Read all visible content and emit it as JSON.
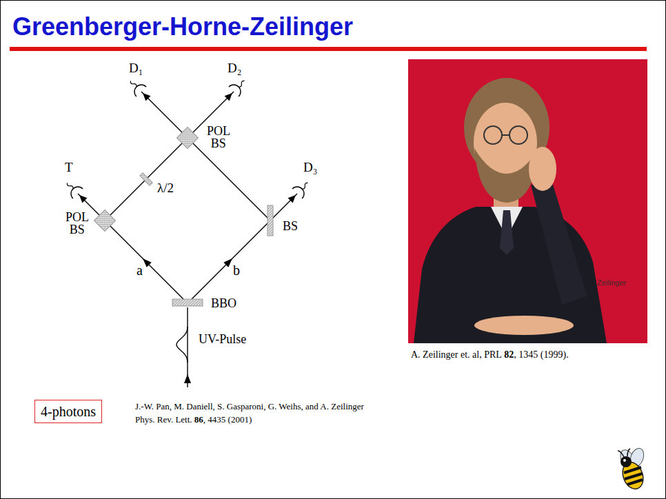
{
  "diagram": {
    "title": "Greenberger-Horne-Zeilinger",
    "nodes": [
      {
        "text": [
          "4-photons"
        ]
      }
    ],
    "labels": [
      "D₁",
      "D₂",
      "T",
      "POL BS",
      "λ/2",
      "D₃",
      "POL BS",
      "BS",
      "a",
      "b",
      "BBO",
      "UV-Pulse",
      "Zeilinger",
      "A. Zeilinger et. al, PRL",
      "82",
      ", 1345 (1999).",
      "J.-W. Pan, M. Daniell, S. Gasparoni, G. Weihs, and A. Zeilinger",
      "Phys. Rev. Lett.",
      "86",
      ", 4435 (2001)"
    ]
  }
}
